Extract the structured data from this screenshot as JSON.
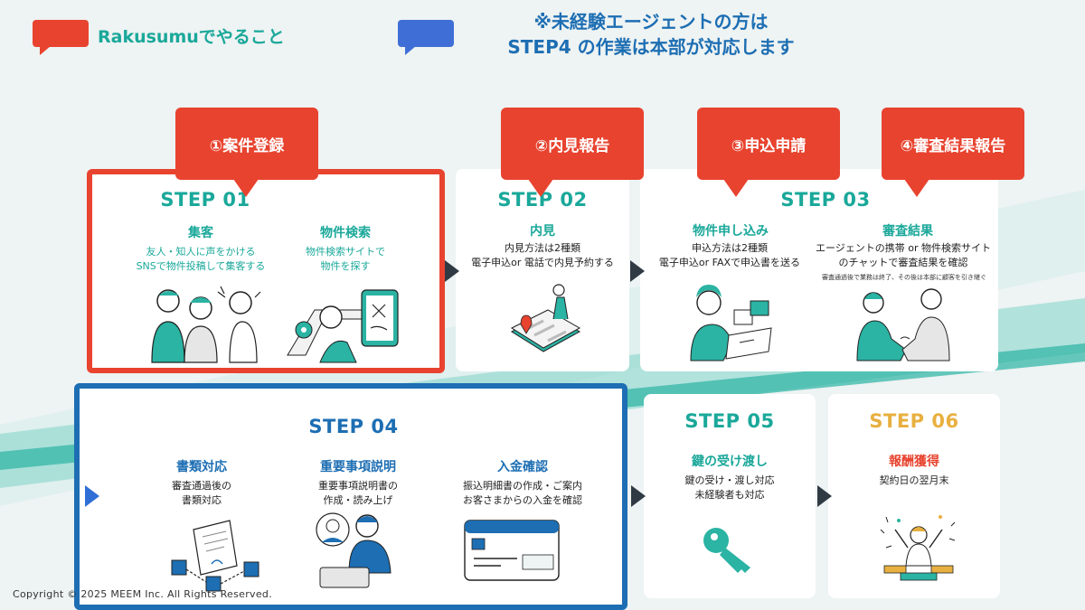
{
  "legend": {
    "rakusumu_label": "Rakusumuでやること",
    "rakusumu_color": "#e8432f",
    "agent_color": "#3f6fd6",
    "note_line1": "※未経験エージェントの方は",
    "note_line2": "STEP4 の作業は本部が対応します"
  },
  "callouts": {
    "c1": "①案件登録",
    "c2": "②内見報告",
    "c3": "③申込申請",
    "c4": "④審査結果報告"
  },
  "step01": {
    "title": "STEP 01",
    "item1_title": "集客",
    "item1_desc1": "友人・知人に声をかける",
    "item1_desc2": "SNSで物件投稿して集客する",
    "item2_title": "物件検索",
    "item2_desc1": "物件検索サイトで",
    "item2_desc2": "物件を探す"
  },
  "step02": {
    "title": "STEP 02",
    "item_title": "内見",
    "desc1": "内見方法は2種類",
    "desc2": "電子申込or 電話で内見予約する"
  },
  "step03": {
    "title": "STEP 03",
    "item1_title": "物件申し込み",
    "item1_desc1": "申込方法は2種類",
    "item1_desc2": "電子申込or FAXで申込書を送る",
    "item2_title": "審査結果",
    "item2_desc1": "エージェントの携帯 or 物件検索サイト",
    "item2_desc2": "のチャットで審査結果を確認",
    "item2_small": "審査通過後で業務は終了、その後は本部に顧客を引き継ぐ"
  },
  "step04": {
    "title": "STEP 04",
    "item1_title": "書類対応",
    "item1_desc1": "審査通過後の",
    "item1_desc2": "書類対応",
    "item2_title": "重要事項説明",
    "item2_desc1": "重要事項説明書の",
    "item2_desc2": "作成・読み上げ",
    "item3_title": "入金確認",
    "item3_desc1": "振込明細書の作成・ご案内",
    "item3_desc2": "お客さまからの入金を確認"
  },
  "step05": {
    "title": "STEP 05",
    "item_title": "鍵の受け渡し",
    "desc1": "鍵の受け・渡し対応",
    "desc2": "未経験者も対応"
  },
  "step06": {
    "title": "STEP 06",
    "item_title": "報酬獲得",
    "desc1": "契約日の翌月末"
  },
  "copyright": "Copyright © 2025 MEEM Inc. All Rights Reserved."
}
